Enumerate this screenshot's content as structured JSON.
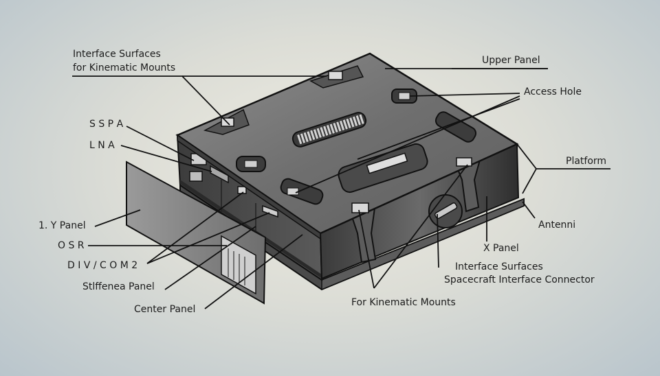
{
  "labels": {
    "interface_surfaces_line1": "Interface Surfaces",
    "interface_surfaces_line2": "for Kinematic Mounts",
    "upper_panel": "Upper Panel",
    "access_hole": "Access Hole",
    "sspa": "S S P A",
    "lna": "L N A",
    "platform": "Platform",
    "antenni": "Antenni",
    "y_panel": "1. Y   Panel",
    "osr": "O S R",
    "div_com2": "D I V / C O M 2",
    "stiffener_panel": "Stlffenea Panel",
    "center_panel": "Center Panel",
    "x_panel": "X   Panel",
    "interface_surfaces_bottom": "Interface Surfaces",
    "spacecraft_connector": "Spacecraft Interface Connector",
    "for_kinematic_mounts": "For Kinematic Mounts"
  }
}
